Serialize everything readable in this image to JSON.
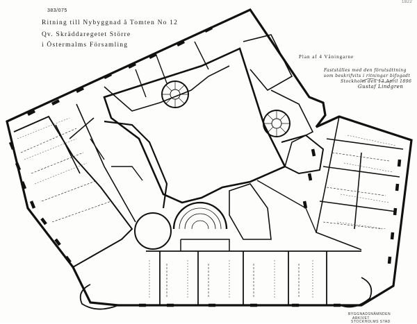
{
  "sheet": {
    "archive_number": "383/075",
    "page_mark": "1822",
    "title_line_1": "Ritning till Nybyggnad å Tomten No 12",
    "title_line_2": "Qv. Skräddaregetet Större",
    "title_line_3": "i Östermalms Församling",
    "plan_label": "Plan af 4 Våningarne",
    "approval_line_1": "Fastställes med den förutsättning",
    "approval_line_2": "som beskrifvits i ritningar bifogadt",
    "approval_line_3": "Stockholm den 13 April 1896",
    "signature": "Gustaf Lindgren",
    "stamp_line_1": "BYGGNADSNÄMNDEN",
    "stamp_line_2": "ARKIVET",
    "stamp_line_3": "STOCKHOLMS STAD"
  }
}
